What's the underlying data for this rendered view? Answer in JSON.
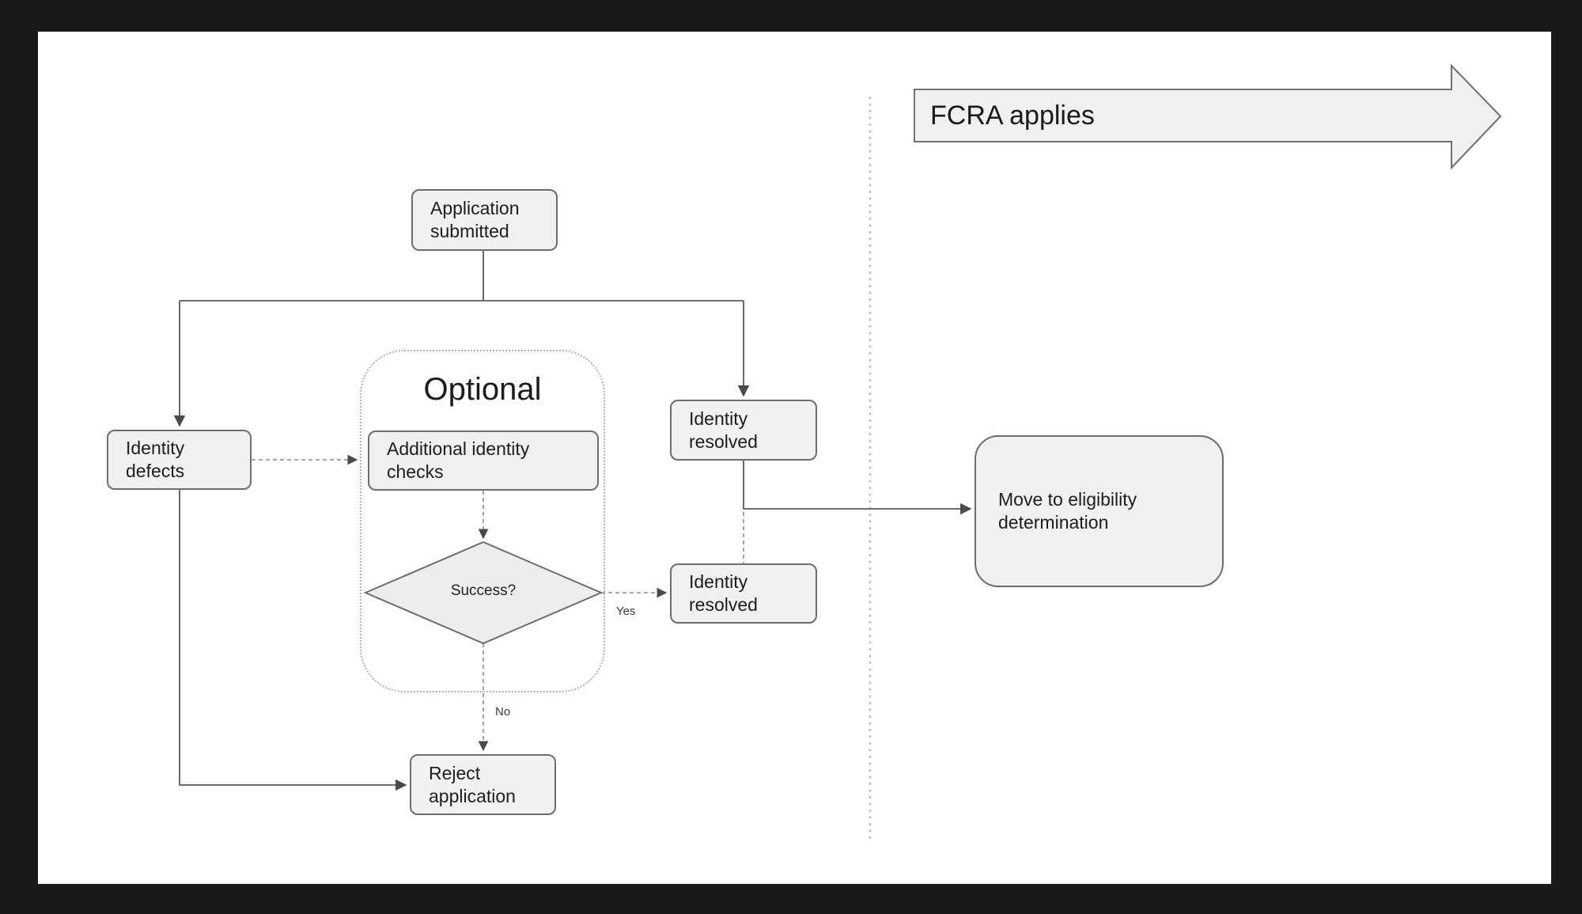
{
  "diagram": {
    "banner": {
      "label": "FCRA applies"
    },
    "nodes": {
      "application_submitted": {
        "label": "Application submitted"
      },
      "identity_defects": {
        "label": "Identity defects"
      },
      "additional_identity_checks": {
        "label": "Additional identity checks"
      },
      "success_decision": {
        "label": "Success?"
      },
      "identity_resolved_1": {
        "label": "Identity resolved"
      },
      "identity_resolved_2": {
        "label": "Identity resolved"
      },
      "move_to_eligibility_determination": {
        "label": "Move to eligibility determination"
      },
      "reject_application": {
        "label": "Reject application"
      }
    },
    "groups": {
      "optional": {
        "label": "Optional"
      }
    },
    "edge_labels": {
      "yes": "Yes",
      "no": "No"
    },
    "edges": [
      {
        "from": "application_submitted",
        "to": "identity_defects",
        "style": "solid"
      },
      {
        "from": "application_submitted",
        "to": "identity_resolved_1",
        "style": "solid"
      },
      {
        "from": "identity_defects",
        "to": "additional_identity_checks",
        "style": "dashed"
      },
      {
        "from": "identity_defects",
        "to": "reject_application",
        "style": "solid"
      },
      {
        "from": "additional_identity_checks",
        "to": "success_decision",
        "style": "dashed"
      },
      {
        "from": "success_decision",
        "to": "identity_resolved_2",
        "style": "dashed",
        "label": "Yes"
      },
      {
        "from": "success_decision",
        "to": "reject_application",
        "style": "dashed",
        "label": "No"
      },
      {
        "from": "identity_resolved_1",
        "to": "move_to_eligibility_determination",
        "style": "solid"
      },
      {
        "from": "identity_resolved_2",
        "to": "move_to_eligibility_determination",
        "style": "dashed"
      }
    ],
    "colors": {
      "frame": "#191919",
      "canvas": "#ffffff",
      "node_fill": "#f1f1f1",
      "node_border": "#6d6d6d",
      "solid_line": "#5a5a5a",
      "dashed_line": "#8c8c8c",
      "divider_dots": "#bdbdbd",
      "text": "#1d1d1d"
    }
  }
}
